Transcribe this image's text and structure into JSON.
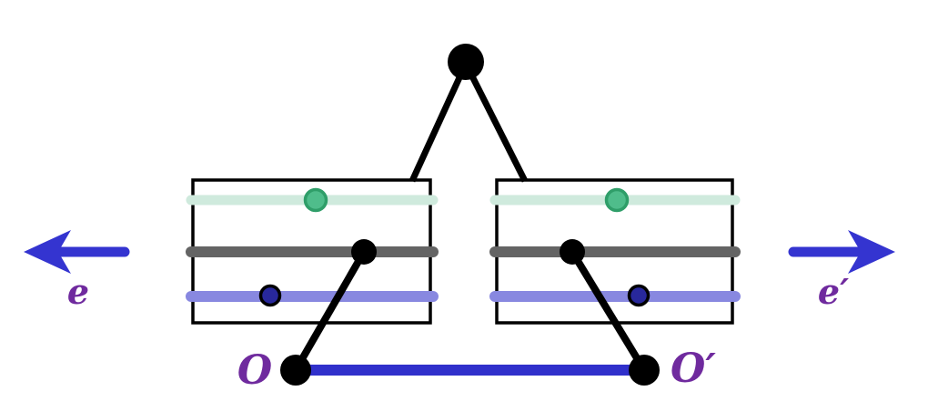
{
  "diagram": {
    "labels": {
      "left_arrow": "e",
      "right_arrow": "e′",
      "left_origin": "O",
      "right_origin": "O′"
    },
    "colors": {
      "black": "#000000",
      "bottom_edge_blue": "#3030cb",
      "arrow_blue": "#3434d0",
      "mint_band": "#cfeadd",
      "green_dot_fill": "#4fbd8b",
      "green_dot_stroke": "#2f9e69",
      "gray_band": "#646464",
      "lavender_band": "#8888e0",
      "navy_dot_fill": "#28289c",
      "label_purple": "#6f2a9e"
    }
  }
}
